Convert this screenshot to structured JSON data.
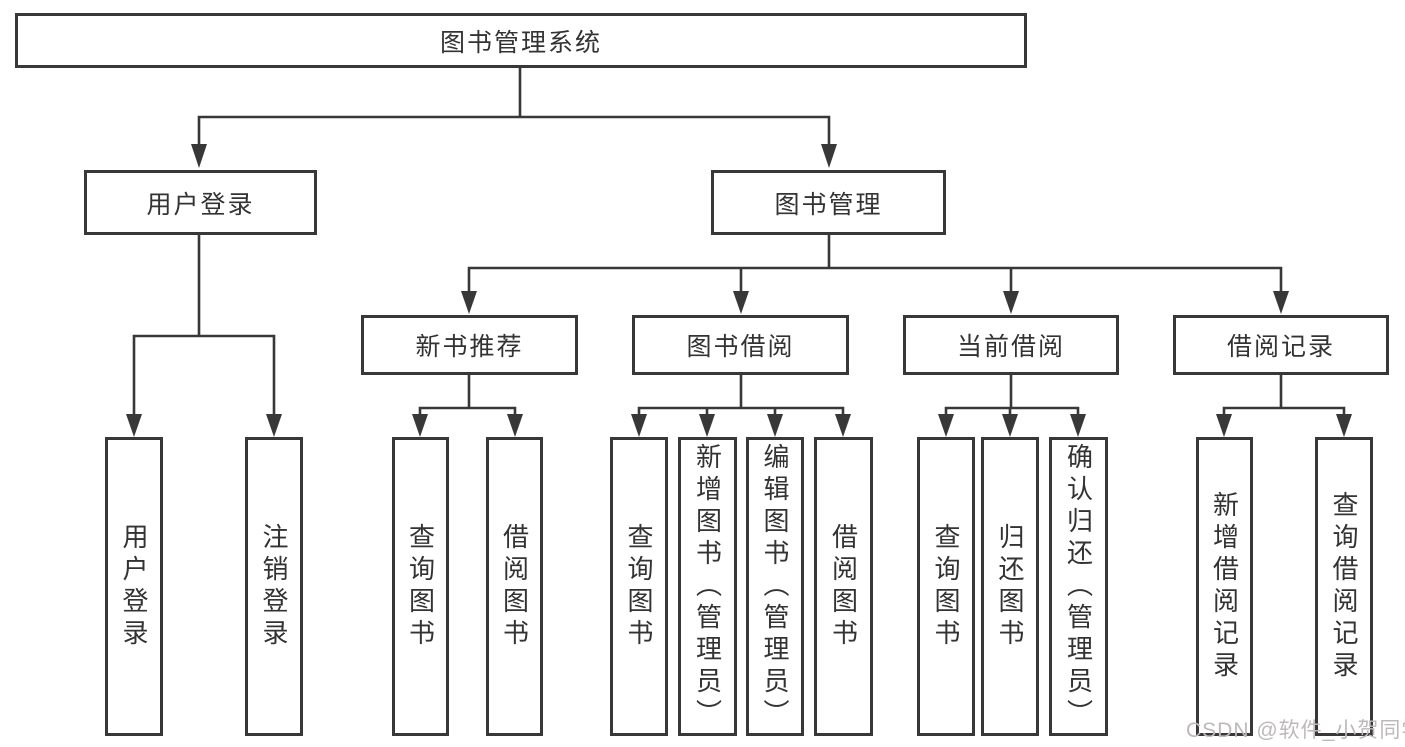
{
  "tree": {
    "root": {
      "label": "图书管理系统"
    },
    "level2": [
      {
        "label": "用户登录"
      },
      {
        "label": "图书管理"
      }
    ],
    "level3": [
      {
        "label": "新书推荐",
        "parent": "图书管理"
      },
      {
        "label": "图书借阅",
        "parent": "图书管理"
      },
      {
        "label": "当前借阅",
        "parent": "图书管理"
      },
      {
        "label": "借阅记录",
        "parent": "图书管理"
      }
    ],
    "leaves": [
      {
        "parent": "用户登录",
        "label": "用户登录"
      },
      {
        "parent": "用户登录",
        "label": "注销登录"
      },
      {
        "parent": "新书推荐",
        "label": "查询图书"
      },
      {
        "parent": "新书推荐",
        "label": "借阅图书"
      },
      {
        "parent": "图书借阅",
        "label": "查询图书"
      },
      {
        "parent": "图书借阅",
        "label": "新增图书（管理员）"
      },
      {
        "parent": "图书借阅",
        "label": "编辑图书（管理员）"
      },
      {
        "parent": "图书借阅",
        "label": "借阅图书"
      },
      {
        "parent": "当前借阅",
        "label": "查询图书"
      },
      {
        "parent": "当前借阅",
        "label": "归还图书"
      },
      {
        "parent": "当前借阅",
        "label": "确认归还（管理员）"
      },
      {
        "parent": "借阅记录",
        "label": "新增借阅记录"
      },
      {
        "parent": "借阅记录",
        "label": "查询借阅记录"
      }
    ]
  },
  "watermark": "CSDN @软件_小贺同学",
  "colors": {
    "line": "#383838",
    "text": "#333333",
    "watermark": "#bdb9b9",
    "background": "#ffffff"
  }
}
